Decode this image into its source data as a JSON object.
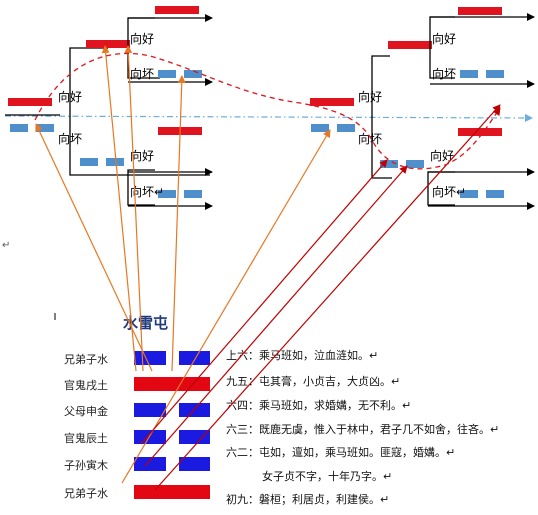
{
  "labels": {
    "good": "向好",
    "bad": "向坏",
    "return_mark": "↵"
  },
  "hexagram": {
    "title": "水雷屯",
    "lines": [
      {
        "relation": "兄弟子水",
        "type": "yin"
      },
      {
        "relation": "官鬼戌土",
        "type": "yang"
      },
      {
        "relation": "父母申金",
        "type": "yin"
      },
      {
        "relation": "官鬼辰土",
        "type": "yin"
      },
      {
        "relation": "子孙寅木",
        "type": "yin"
      },
      {
        "relation": "兄弟子水",
        "type": "yang"
      }
    ]
  },
  "yao_texts": [
    "上六：乘马班如，泣血涟如。",
    "九五：屯其膏，小贞吉，大贞凶。",
    "六四：乘马班如，求婚媾，无不利。",
    "六三：既鹿无虞，惟入于林中，君子几不如舍，往吝。",
    "六二：屯如，邅如，乘马班如。匪寇，婚媾。",
    "女子贞不字，十年乃字。",
    "初九：磐桓；利居贞，利建侯。"
  ],
  "colors": {
    "yang": "#e30613",
    "yin": "#1a1ae0",
    "tree_yang": "#e0141e",
    "tree_yin": "#4f8fcc",
    "orange": "#e87722",
    "dark_red": "#c00000",
    "dashed_red": "#e0141e",
    "timeline": "#6aaedc"
  }
}
